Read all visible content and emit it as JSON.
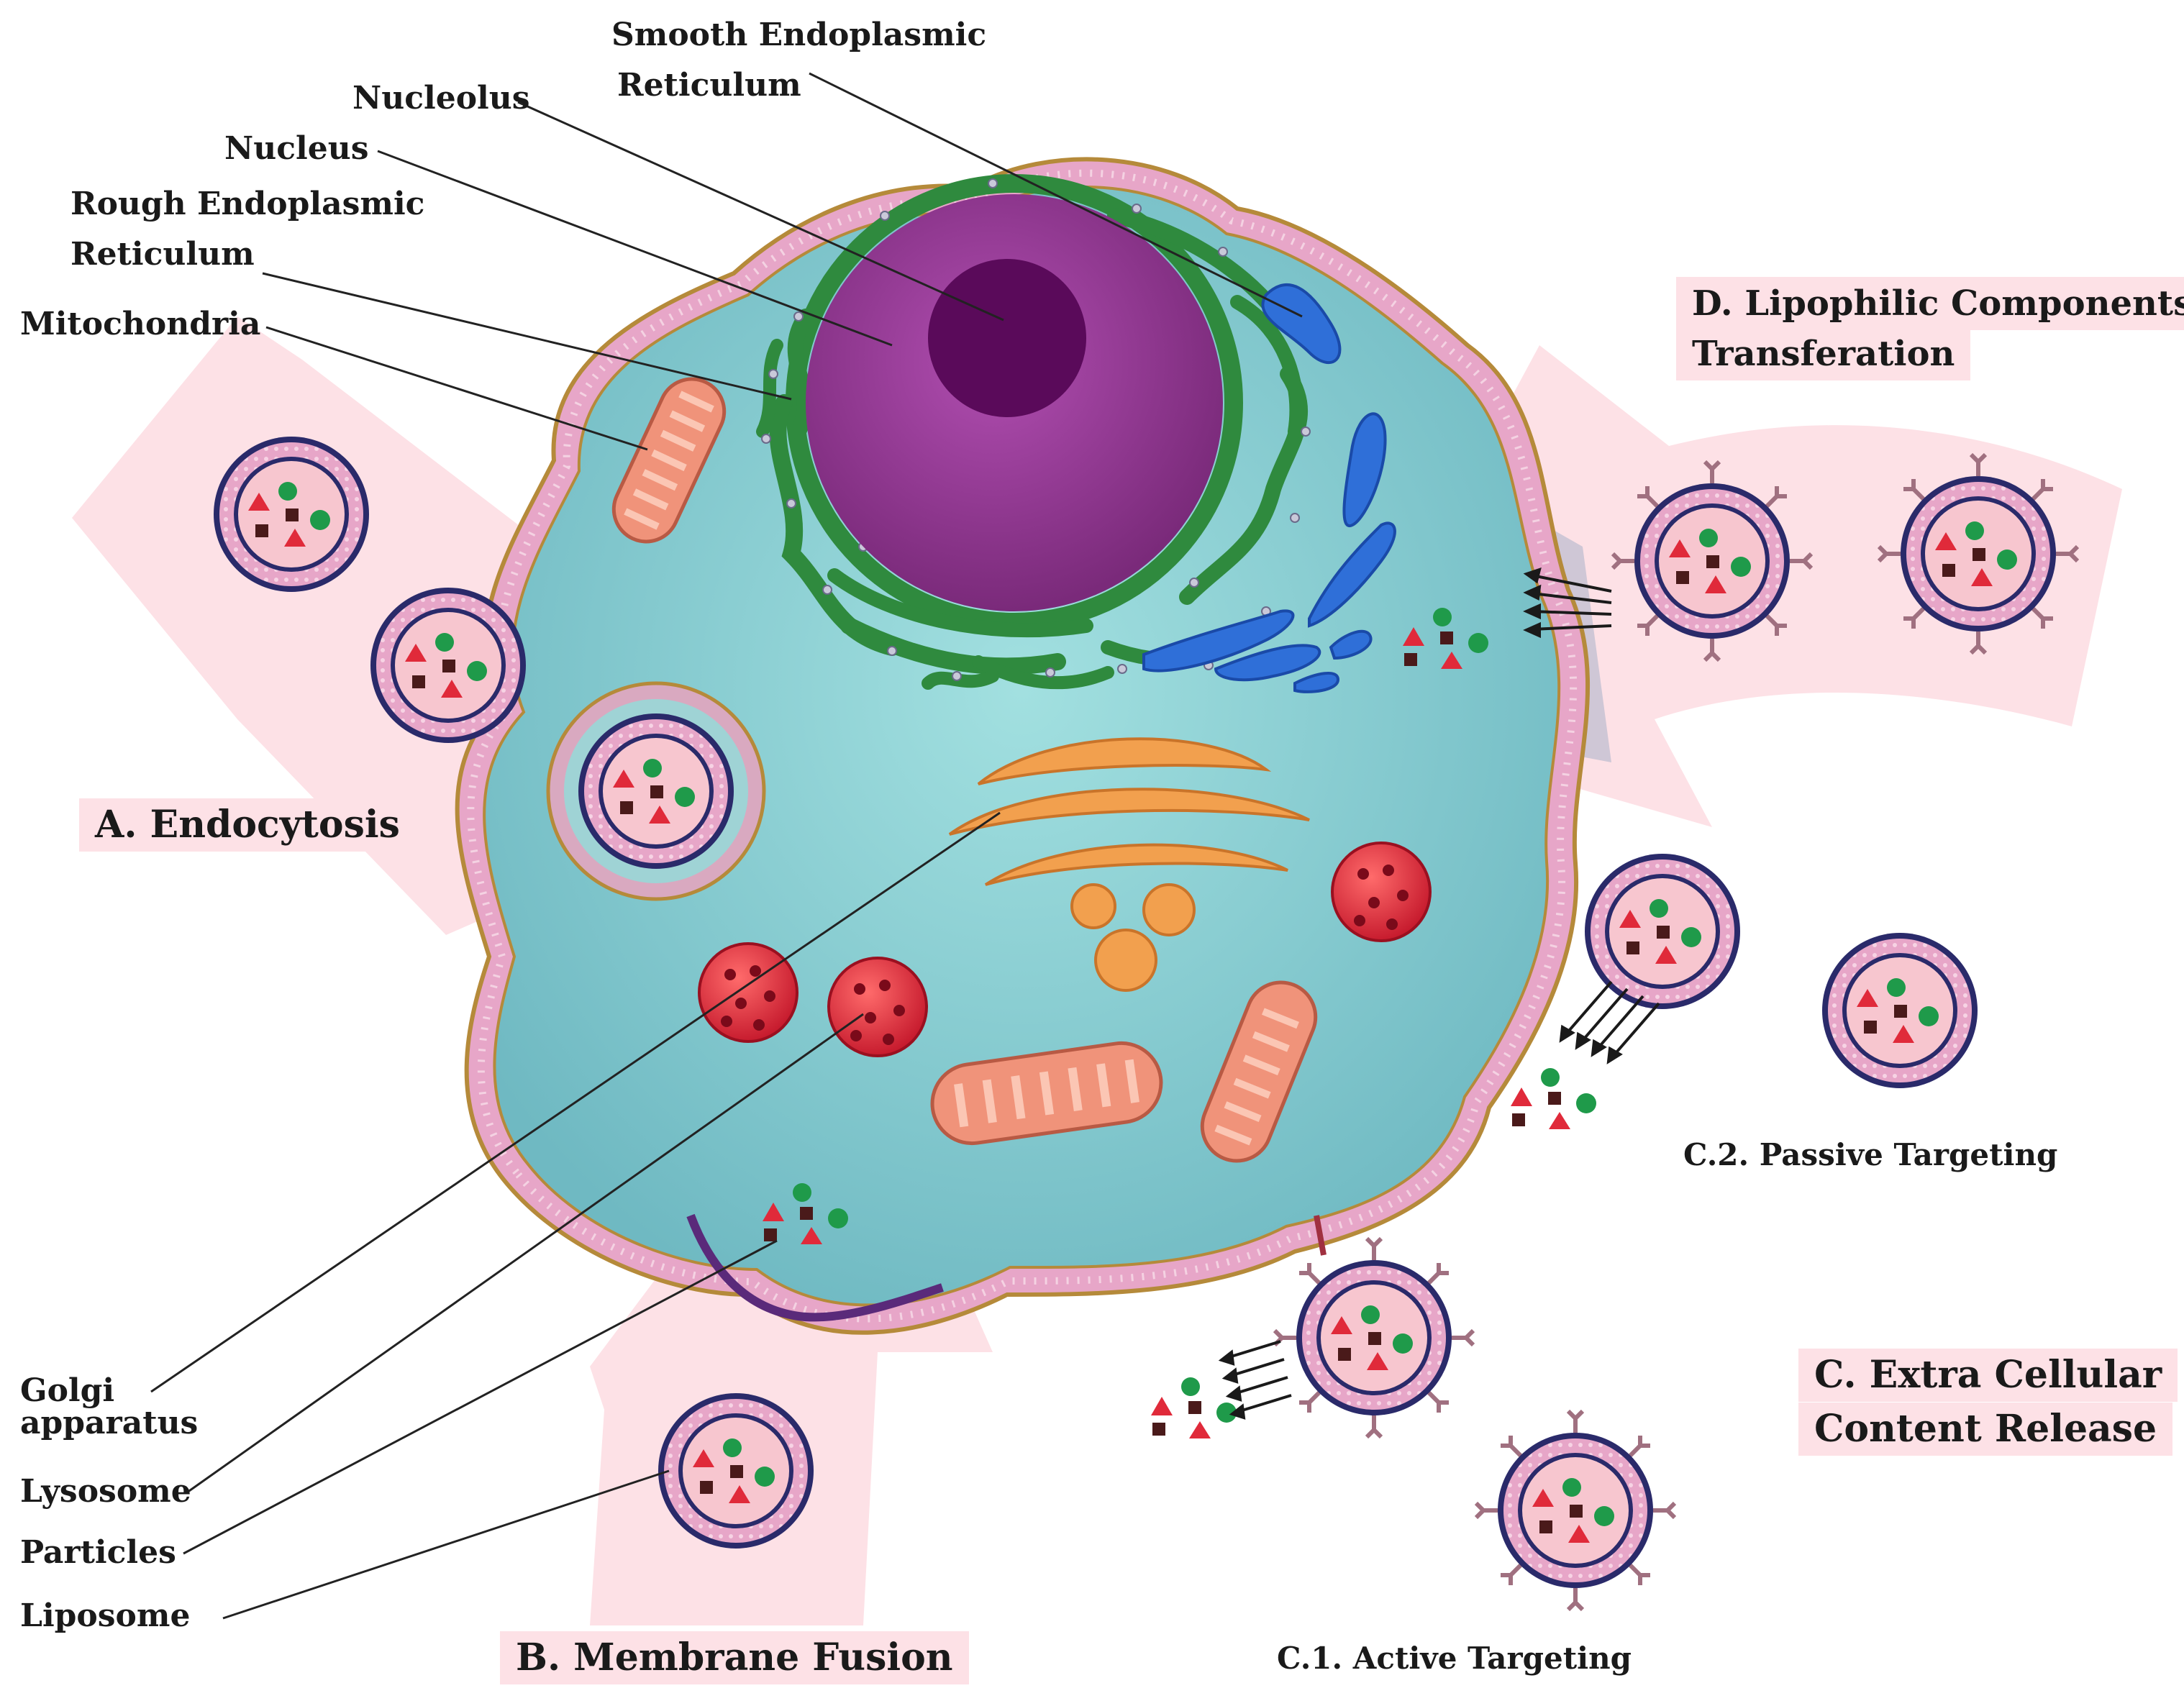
{
  "labels": {
    "smooth_er_1": "Smooth Endoplasmic",
    "smooth_er_2": "Reticulum",
    "nucleolus": "Nucleolus",
    "nucleus": "Nucleus",
    "rough_er_1": "Rough Endoplasmic",
    "rough_er_2": "Reticulum",
    "mitochondria": "Mitochondria",
    "golgi_1": "Golgi",
    "golgi_2": "apparatus",
    "lysosome": "Lysosome",
    "particles": "Particles",
    "liposome": "Liposome"
  },
  "processes": {
    "endocytosis": "A. Endocytosis",
    "membrane_fusion": "B. Membrane Fusion",
    "extracellular_1": "C. Extra Cellular",
    "extracellular_2": "Content Release",
    "active_targeting": "C.1. Active Targeting",
    "passive_targeting": "C.2. Passive Targeting",
    "lipophilic_1": "D. Lipophilic Components",
    "lipophilic_2": "Transferation"
  },
  "colors": {
    "cytoplasm": "#8fd4d6",
    "membrane": "#d98fb8",
    "nucleus": "#9b3e9b",
    "nucleolus": "#5a0a5a",
    "rough_er": "#2f8a3e",
    "smooth_er": "#2f6fd8",
    "golgi": "#f2a04e",
    "lysosome": "#e02a3a",
    "mitochondria": "#f0937a",
    "process_band": "#fde1e6",
    "liposome_shell": "#2a2a6a",
    "liposome_core": "#f7c6cf"
  }
}
